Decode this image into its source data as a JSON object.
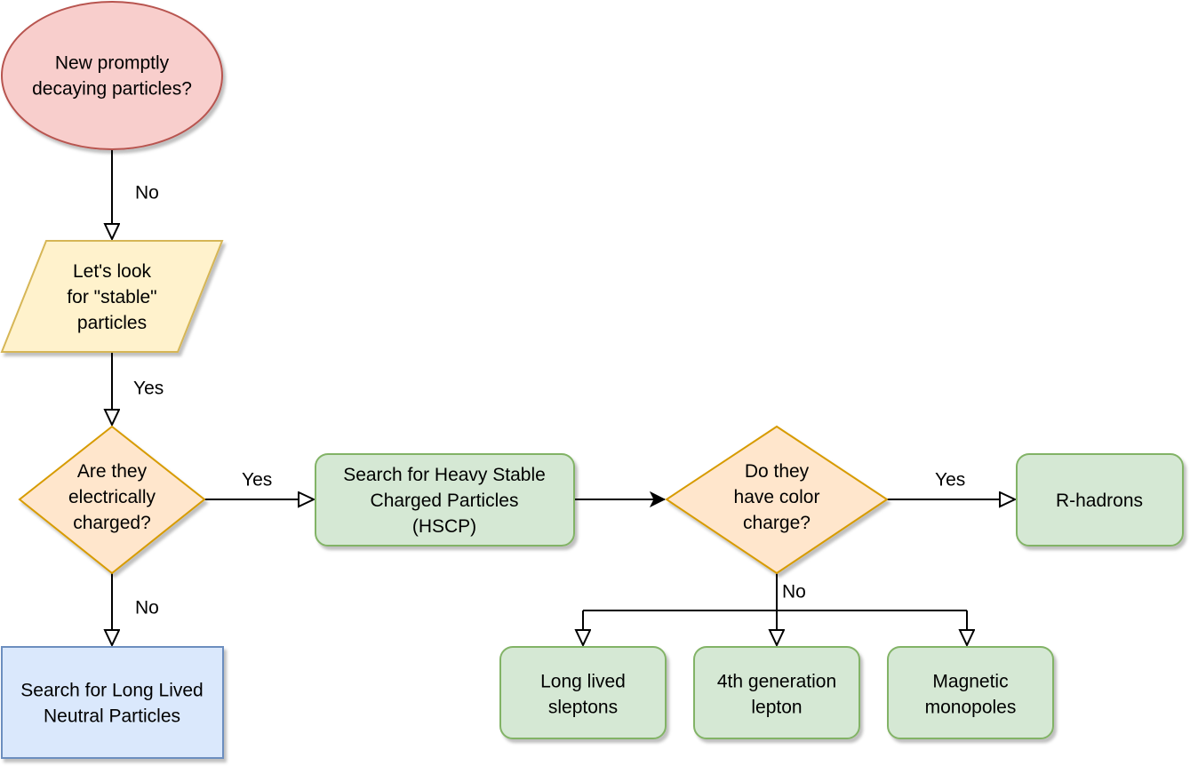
{
  "colors": {
    "start_fill": "#f8cecc",
    "start_stroke": "#b85450",
    "io_fill": "#fff2cc",
    "io_stroke": "#d6b656",
    "decision_fill": "#ffe6cc",
    "decision_stroke": "#d79b00",
    "process_fill": "#d5e8d4",
    "process_stroke": "#82b366",
    "neutral_fill": "#dae8fc",
    "neutral_stroke": "#6c8ebf"
  },
  "nodes": {
    "start": {
      "lines": [
        "New promptly",
        "decaying particles?"
      ]
    },
    "stable": {
      "lines": [
        "Let's look",
        "for \"stable\"",
        "particles"
      ]
    },
    "charged": {
      "lines": [
        "Are they",
        "electrically",
        "charged?"
      ]
    },
    "hscp": {
      "lines": [
        "Search for Heavy Stable",
        "Charged Particles",
        "(HSCP)"
      ]
    },
    "color": {
      "lines": [
        "Do they",
        "have color",
        "charge?"
      ]
    },
    "rhadrons": {
      "lines": [
        "R-hadrons"
      ]
    },
    "llnp": {
      "lines": [
        "Search for Long Lived",
        "Neutral Particles"
      ]
    },
    "sleptons": {
      "lines": [
        "Long lived",
        "sleptons"
      ]
    },
    "lepton4": {
      "lines": [
        "4th generation",
        "lepton"
      ]
    },
    "monopoles": {
      "lines": [
        "Magnetic",
        "monopoles"
      ]
    }
  },
  "edge_labels": {
    "start_to_stable": "No",
    "stable_to_charged": "Yes",
    "charged_to_hscp": "Yes",
    "charged_to_llnp": "No",
    "color_to_rhadrons": "Yes",
    "color_to_branches": "No"
  }
}
